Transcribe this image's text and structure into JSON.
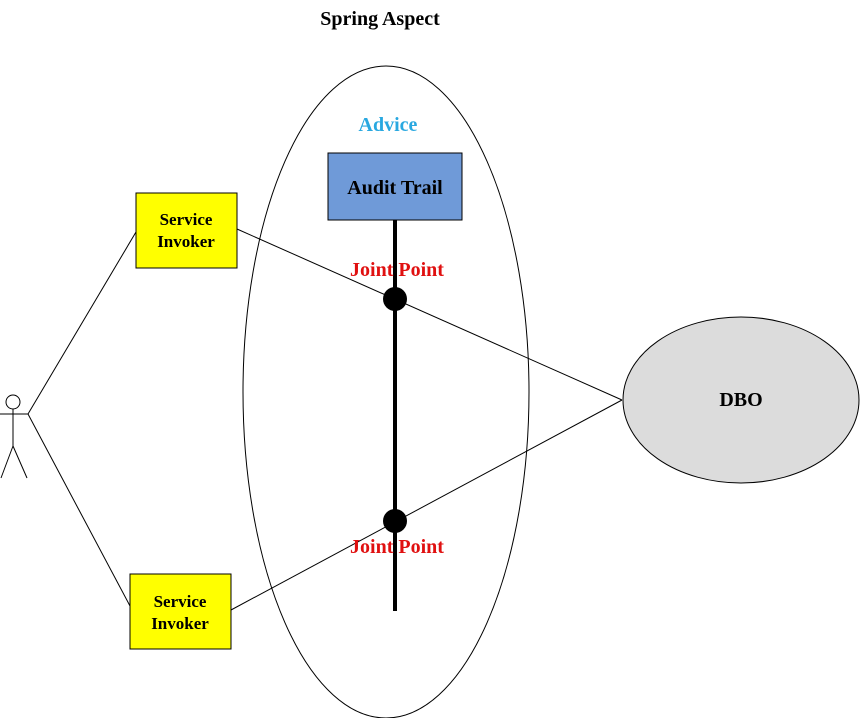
{
  "title": "Spring Aspect",
  "advice_label": "Advice",
  "audit_trail": "Audit Trail",
  "joint_point_top": "Joint Point",
  "joint_point_bottom": "Joint Point",
  "invoker_top": {
    "line1": "Service",
    "line2": "Invoker"
  },
  "invoker_bottom": {
    "line1": "Service",
    "line2": "Invoker"
  },
  "dbo": "DBO",
  "colors": {
    "advice": "#29a8e0",
    "audit_fill": "#6f9ad8",
    "joint_point": "#e01010",
    "invoker_fill": "#ffff00",
    "dbo_fill": "#dcdcdc"
  }
}
